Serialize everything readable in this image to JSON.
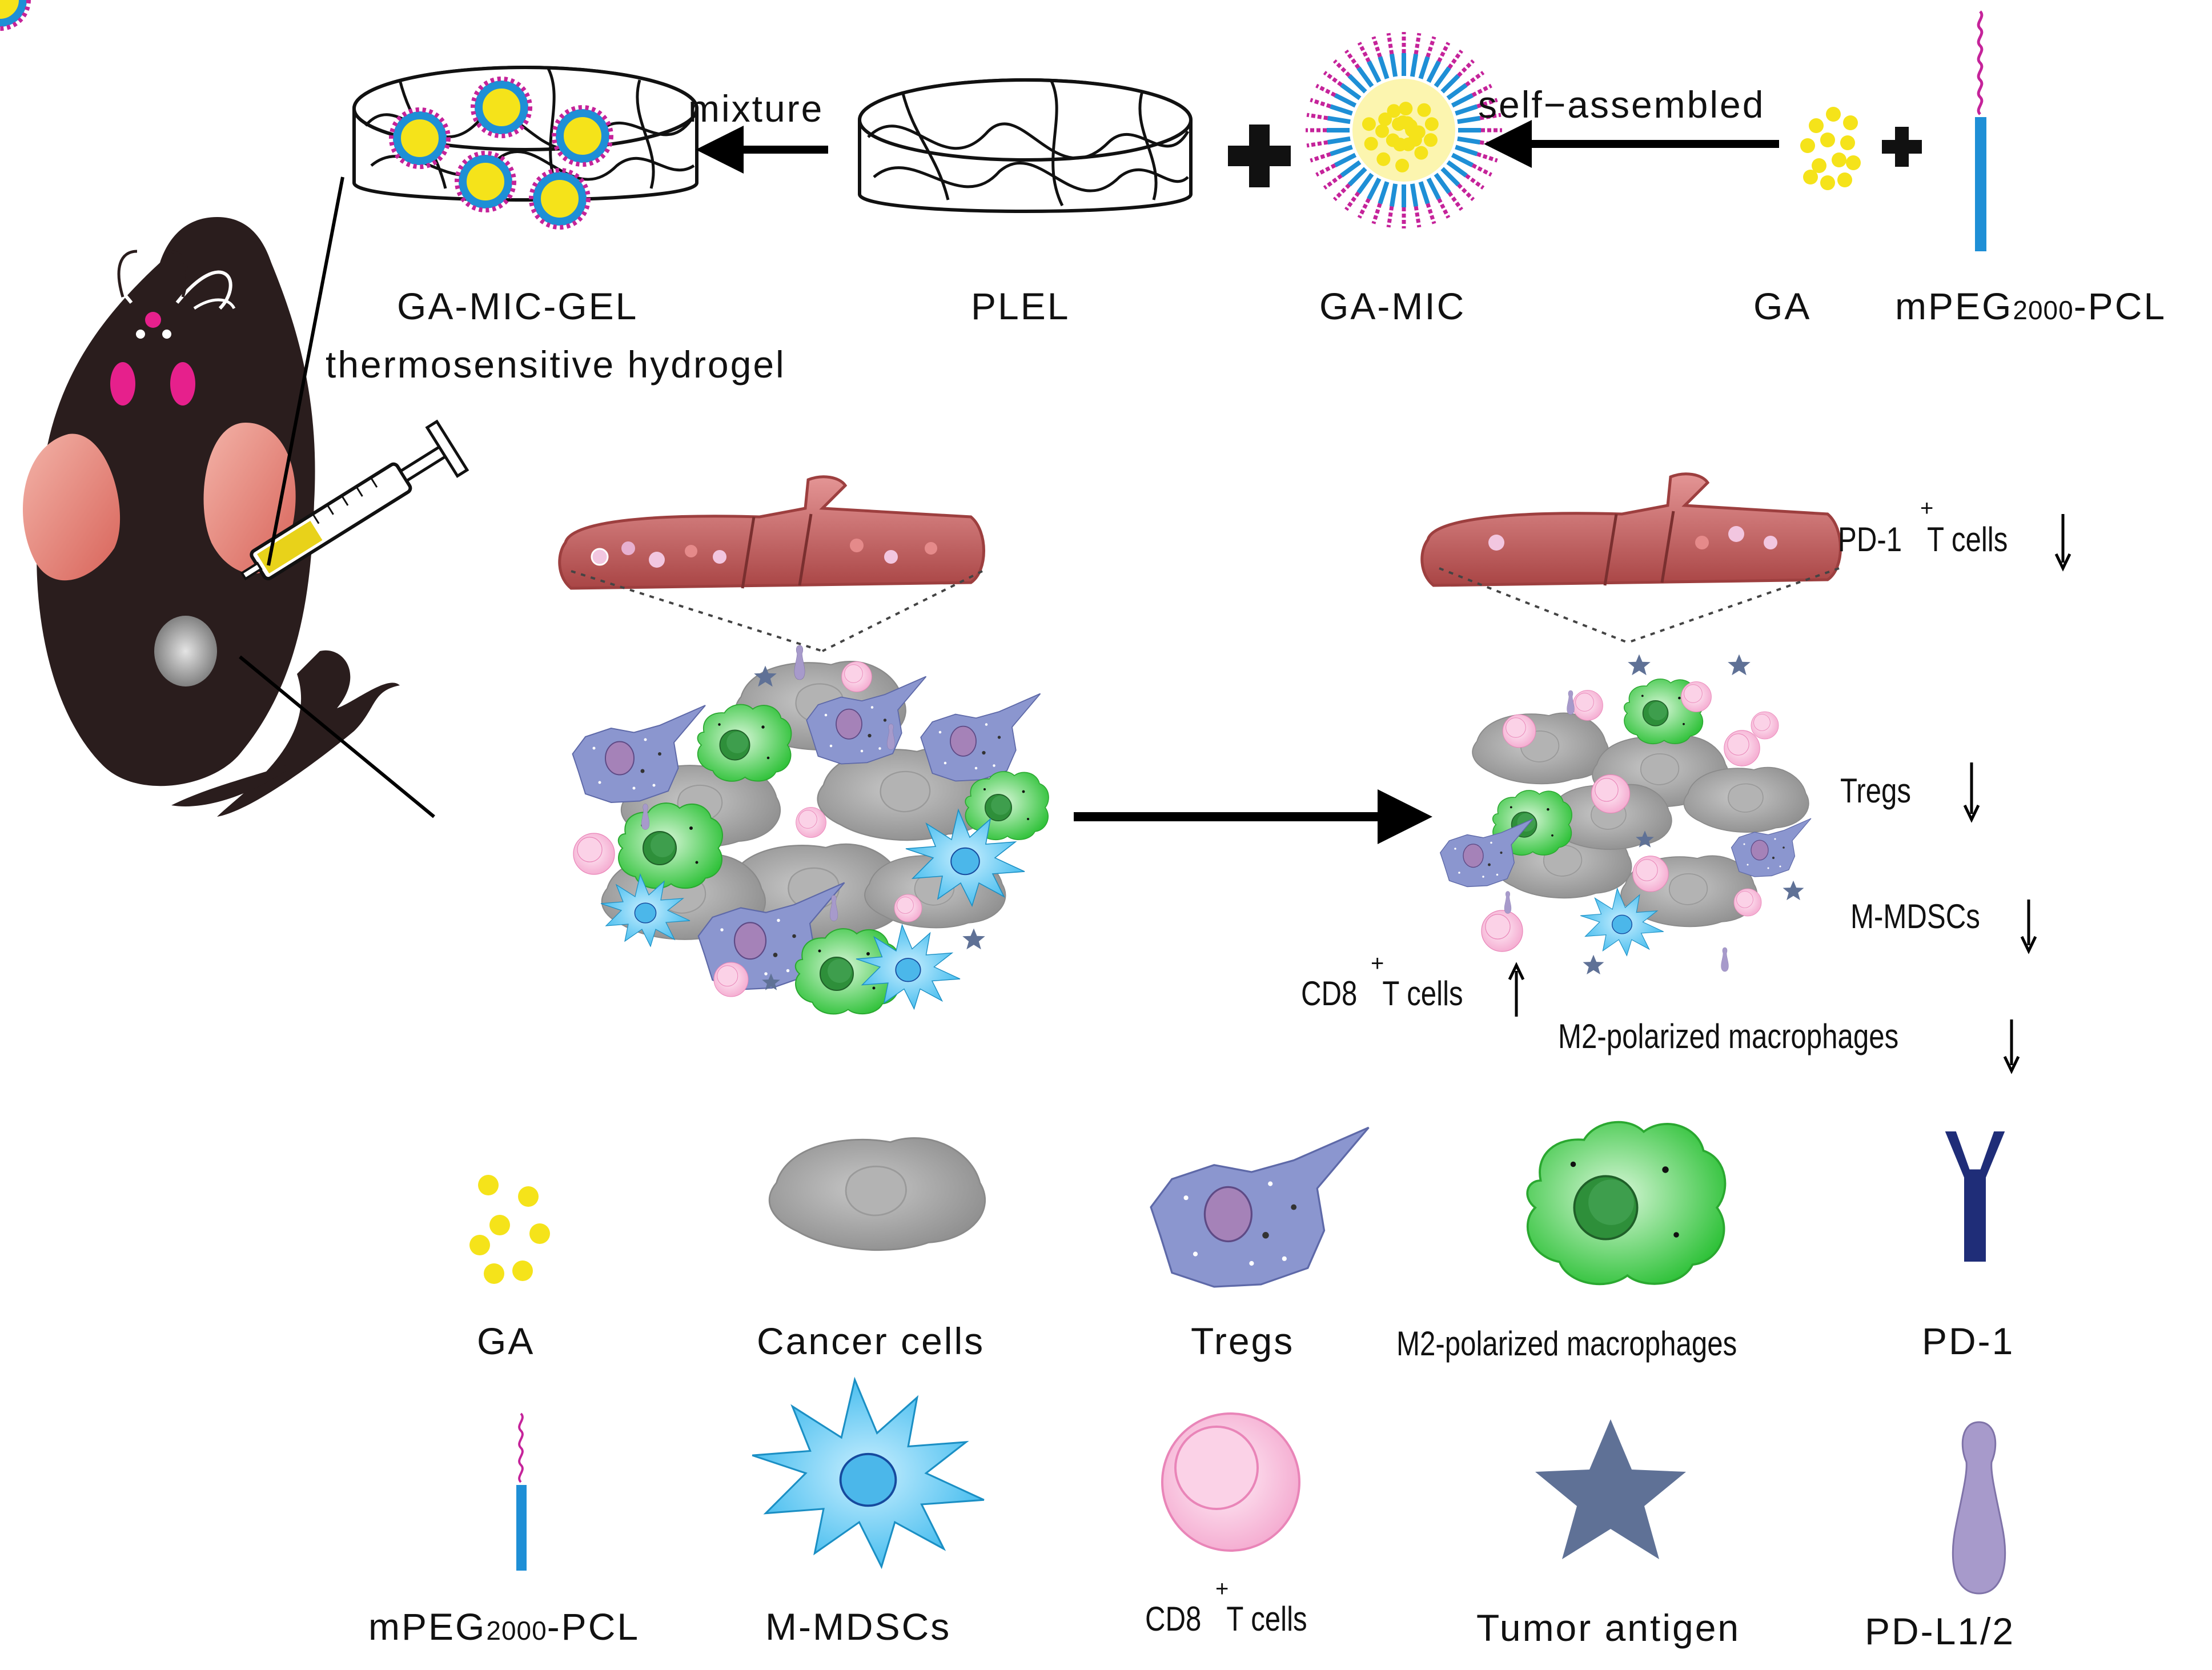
{
  "colors": {
    "ga_yellow": "#f5e31a",
    "peg_pink": "#c5239a",
    "pcl_blue": "#1e8fd6",
    "cancer_gray": "#9c9c9c",
    "treg_blue": "#8893cc",
    "macrophage_green": "#34c944",
    "pd1_navy": "#1f2d78",
    "mdsc_cyan": "#4cc4f2",
    "cd8_pink": "#f7b7d8",
    "antigen_slate": "#5f7196",
    "pdl_purple": "#a79acb",
    "mouse_body": "#2a1d1d",
    "vessel_red": "#c95d5d"
  },
  "top_row": {
    "gel_label": "GA-MIC-GEL",
    "gel_sublabel": "thermosensitive hydrogel",
    "mixture_label": "mixture",
    "plel_label": "PLEL",
    "mic_label": "GA-MIC",
    "self_assembled_label": "self−assembled",
    "ga_label": "GA",
    "polymer_label_prefix": "mPEG",
    "polymer_label_sub": "2000",
    "polymer_label_suffix": "-PCL"
  },
  "effects": {
    "pd1_tcells": {
      "prefix": "PD-1",
      "sup": "+",
      "suffix": " T cells",
      "trend": "down"
    },
    "tregs": {
      "text": "Tregs",
      "trend": "down"
    },
    "mmdscs": {
      "text": "M-MDSCs",
      "trend": "down"
    },
    "cd8": {
      "prefix": "CD8",
      "sup": "+",
      "suffix": " T cells",
      "trend": "up"
    },
    "m2": {
      "text": "M2-polarized macrophages",
      "trend": "down"
    }
  },
  "legend": {
    "row1": [
      {
        "icon": "ga-dots-icon",
        "label": "GA"
      },
      {
        "icon": "cancer-cell-icon",
        "label": "Cancer cells"
      },
      {
        "icon": "treg-cell-icon",
        "label": "Tregs"
      },
      {
        "icon": "macrophage-icon",
        "label": "M2-polarized macrophages"
      },
      {
        "icon": "pd1-receptor-icon",
        "label": "PD-1"
      }
    ],
    "row2": [
      {
        "icon": "polymer-chain-icon",
        "label_prefix": "mPEG",
        "label_sub": "2000",
        "label_suffix": "-PCL"
      },
      {
        "icon": "mdsc-cell-icon",
        "label": "M-MDSCs"
      },
      {
        "icon": "cd8-cell-icon",
        "label_prefix": "CD8",
        "label_sup": "+",
        "label_suffix": " T cells"
      },
      {
        "icon": "tumor-antigen-icon",
        "label": "Tumor antigen"
      },
      {
        "icon": "pdl-ligand-icon",
        "label": "PD-L1/2"
      }
    ]
  }
}
